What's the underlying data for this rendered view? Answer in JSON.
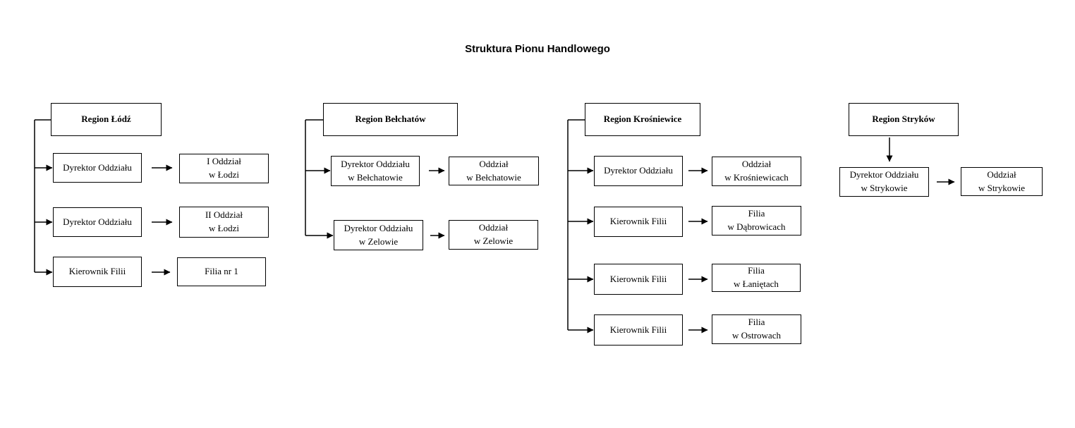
{
  "title": "Struktura Pionu Handlowego",
  "regions": [
    {
      "name": "Region Łódź",
      "children": [
        {
          "role": "Dyrektor Oddziału",
          "unit": "I Oddział\nw Łodzi"
        },
        {
          "role": "Dyrektor Oddziału",
          "unit": "II Oddział\nw Łodzi"
        },
        {
          "role": "Kierownik Filii",
          "unit": "Filia nr 1"
        }
      ]
    },
    {
      "name": "Region Bełchatów",
      "children": [
        {
          "role": "Dyrektor Oddziału\nw Bełchatowie",
          "unit": "Oddział\nw Bełchatowie"
        },
        {
          "role": "Dyrektor Oddziału\nw Zelowie",
          "unit": "Oddział\nw Zelowie"
        }
      ]
    },
    {
      "name": "Region Krośniewice",
      "children": [
        {
          "role": "Dyrektor Oddziału",
          "unit": "Oddział\nw Krośniewicach"
        },
        {
          "role": "Kierownik Filii",
          "unit": "Filia\nw Dąbrowicach"
        },
        {
          "role": "Kierownik Filii",
          "unit": "Filia\nw Łaniętach"
        },
        {
          "role": "Kierownik Filii",
          "unit": "Filia\nw Ostrowach"
        }
      ]
    },
    {
      "name": "Region Stryków",
      "children": [
        {
          "role": "Dyrektor Oddziału\nw Strykowie",
          "unit": "Oddział\nw Strykowie"
        }
      ]
    }
  ],
  "colors": {
    "line": "#000000",
    "background": "#ffffff",
    "text": "#000000"
  }
}
